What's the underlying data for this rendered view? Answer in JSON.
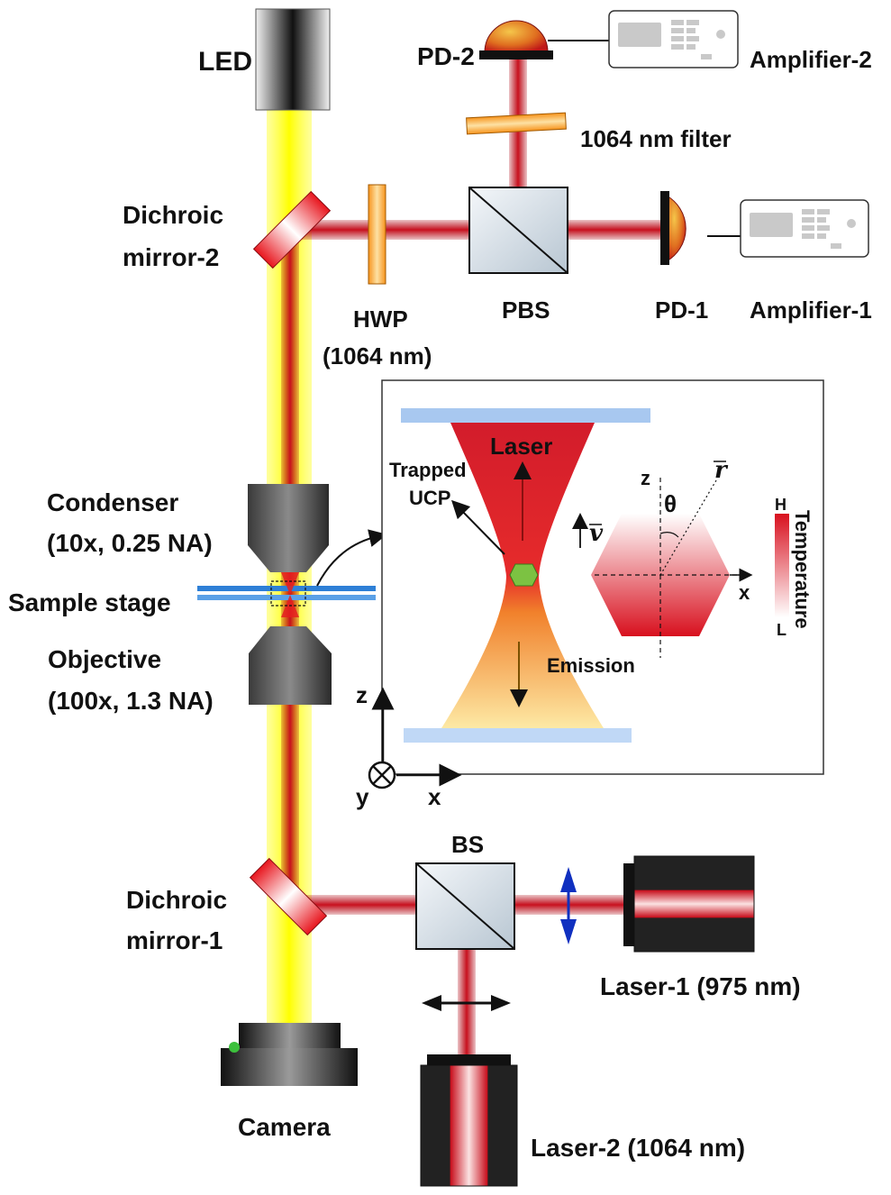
{
  "labels": {
    "led": "LED",
    "pd2": "PD-2",
    "amplifier2": "Amplifier-2",
    "filter1064": "1064 nm filter",
    "dichroic2_line1": "Dichroic",
    "dichroic2_line2": "mirror-2",
    "hwp_line1": "HWP",
    "hwp_line2": "(1064 nm)",
    "pbs": "PBS",
    "pd1": "PD-1",
    "amplifier1": "Amplifier-1",
    "condenser_line1": "Condenser",
    "condenser_line2": "(10x, 0.25 NA)",
    "sample_stage": "Sample stage",
    "objective_line1": "Objective",
    "objective_line2": "(100x, 1.3 NA)",
    "bs": "BS",
    "dichroic1_line1": "Dichroic",
    "dichroic1_line2": "mirror-1",
    "laser1": "Laser-1 (975 nm)",
    "camera": "Camera",
    "laser2": "Laser-2 (1064 nm)"
  },
  "inset": {
    "laser": "Laser",
    "trapped_line1": "Trapped",
    "trapped_line2": "UCP",
    "emission": "Emission",
    "z_axis": "z",
    "x_axis": "x",
    "theta": "θ",
    "r_vec": "r",
    "v_vec": "v",
    "temp_high": "H",
    "temp_low": "L",
    "temperature": "Temperature",
    "coord_z": "z",
    "coord_x": "x",
    "coord_y": "y"
  },
  "colors": {
    "beam_red": "#c8101e",
    "led_yellow": "#ffff00",
    "hex_green": "#7cc242",
    "stage_blue": "#2d7fd6"
  }
}
